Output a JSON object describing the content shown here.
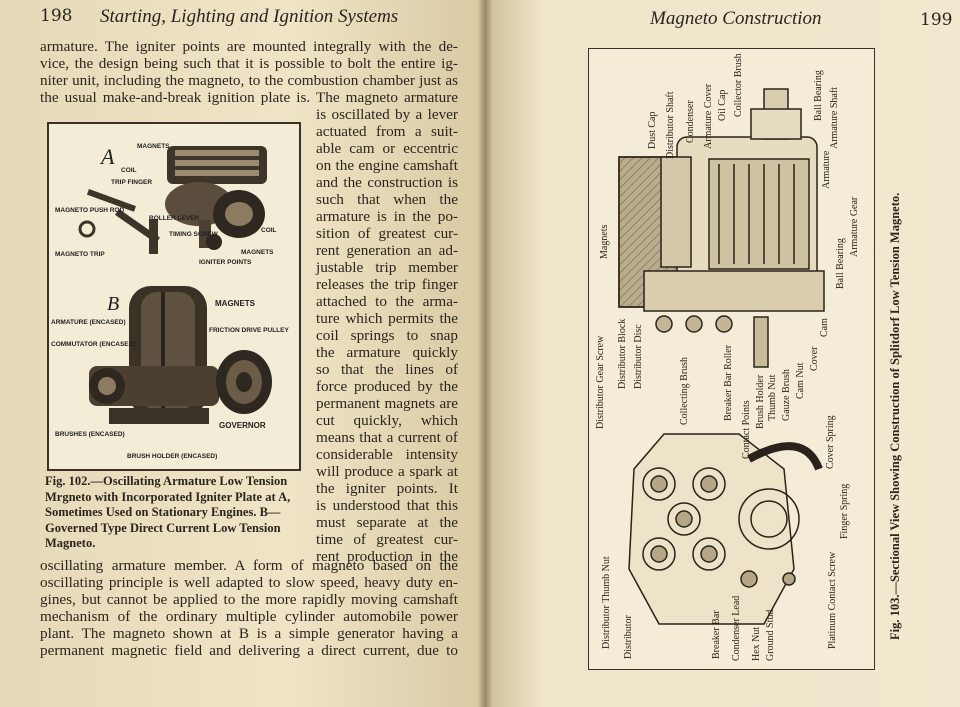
{
  "left_page": {
    "page_number": "198",
    "running_head": "Starting, Lighting and Ignition Systems",
    "top_lines": [
      "armature. The igniter points are mounted integrally with the de-",
      "vice, the design being such that it is possible to bolt the entire ig-",
      "niter unit, including the magneto, to the combustion chamber just as",
      "the usual make-and-break ignition plate is.  The magneto armature"
    ],
    "side_lines": [
      "is oscillated by a lever",
      "actuated from a suit-",
      "able cam or eccentric",
      "on the engine camshaft",
      "and the construction is",
      "such that when the",
      "armature is in the po-",
      "sition of greatest cur-",
      "rent generation an ad-",
      "justable trip member",
      "releases the trip finger",
      "attached to the arma-",
      "ture which permits the",
      "coil springs to snap",
      "the armature quickly",
      "so that the lines of",
      "force produced by the",
      "permanent magnets are",
      "cut quickly, which",
      "means that a current of",
      "considerable intensity",
      "will produce a spark at",
      "the igniter points. It",
      "is understood that this",
      "must separate at the",
      "time of greatest cur-",
      "rent production in the"
    ],
    "bottom_lines": [
      "oscillating armature member.  A form of magneto based on the",
      "oscillating principle is well adapted to slow speed, heavy duty en-",
      "gines, but cannot be applied to the more rapidly moving camshaft",
      "mechanism of the ordinary multiple cylinder automobile power",
      "plant.  The magneto shown at B is a simple generator having a",
      "permanent magnetic field and delivering a direct current, due to"
    ],
    "figure_caption": "Fig. 102.—Oscillating Armature Low Tension Mrgneto with Incorporated Igniter Plate at A, Sometimes Used on Stationary Engines. B—Governed Type Direct Current Low Tension Magneto.",
    "figure_labels": {
      "part_a": "A",
      "part_b": "B",
      "a_magnets": "MAGNETS",
      "a_coil": "COIL",
      "a_trip_finger": "TRIP FINGER",
      "a_push_rod": "MAGNETO PUSH ROD",
      "a_roller_lever": "ROLLER LEVER",
      "a_timing_screw": "TIMING SCREW",
      "a_coil2": "COIL",
      "a_magnets2": "MAGNETS",
      "a_magneto_trip": "MAGNETO TRIP",
      "a_igniter_points": "IGNITER POINTS",
      "b_magnets": "MAGNETS",
      "b_armature": "ARMATURE (ENCASED)",
      "b_commutator": "COMMUTATOR (ENCASED)",
      "b_friction_drive": "FRICTION DRIVE PULLEY",
      "b_governor": "GOVERNOR",
      "b_brushes": "BRUSHES (ENCASED)",
      "b_brush_holder": "BRUSH HOLDER (ENCASED)"
    }
  },
  "right_page": {
    "page_number": "199",
    "running_head": "Magneto Construction",
    "figure_caption": "Fig. 103.—Sectional View Showing Construction of Splitdorf Low Tension Magneto.",
    "diagram_labels": {
      "magnets": "Magnets",
      "dust_cap": "Dust Cap",
      "distributor_shaft": "Distributor Shaft",
      "condenser": "Condenser",
      "armature_cover": "Armature Cover",
      "oil_cap": "Oil Cap",
      "collector_brush": "Collector Brush",
      "ball_bearing_top": "Ball Bearing",
      "armature_shaft": "Armature Shaft",
      "armature": "Armature",
      "ball_bearing": "Ball Bearing",
      "armature_gear": "Armature Gear",
      "cam": "Cam",
      "cover": "Cover",
      "cam_nut": "Cam Nut",
      "gauze_brush": "Gauze Brush",
      "thumb_nut": "Thumb Nut",
      "brush_holder": "Brush Holder",
      "contact_points": "Contact Points",
      "breaker_bar_roller": "Breaker Bar Roller",
      "collecting_brush": "Collecting Brush",
      "distributor_disc": "Distributor Disc",
      "distributor_block": "Distributor Block",
      "distributor_gear_screw": "Distributor Gear Screw",
      "cover_spring": "Cover Spring",
      "finger_spring": "Finger Spring",
      "platinum_contact_screw": "Platinum Contact Screw",
      "distributor_thumb_nut": "Distributor Thumb Nut",
      "distributor": "Distributor",
      "breaker_bar": "Breaker Bar",
      "condenser_lead": "Condenser Lead",
      "hex_nut": "Hex Nut",
      "ground_stud": "Ground Stud"
    }
  }
}
